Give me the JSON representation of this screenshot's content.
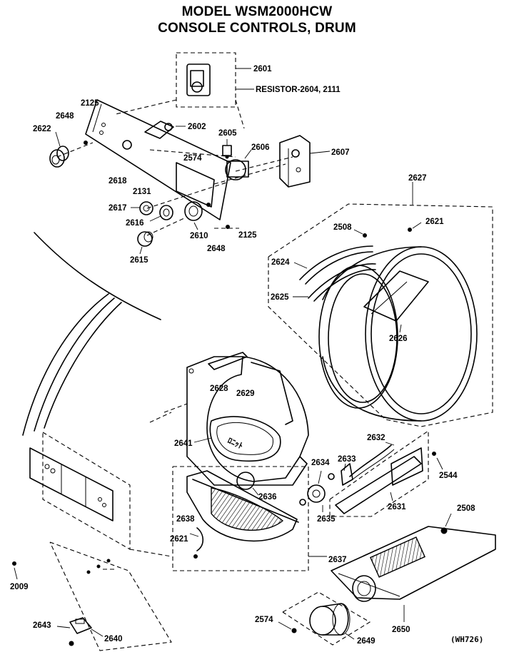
{
  "header": {
    "title_line1": "MODEL WSM2000HCW",
    "title_line2": "CONSOLE CONTROLS, DRUM"
  },
  "labels": {
    "p2601": "2601",
    "resistor_note": "RESISTOR-2604, 2111",
    "p2125a": "2125",
    "p2648a": "2648",
    "p2622": "2622",
    "p2602": "2602",
    "p2605": "2605",
    "p2606": "2606",
    "p2607": "2607",
    "p2574a": "2574",
    "p2618": "2618",
    "p2131": "2131",
    "p2617": "2617",
    "p2616": "2616",
    "p2610": "2610",
    "p2648b": "2648",
    "p2125b": "2125",
    "p2615": "2615",
    "p2627": "2627",
    "p2508a": "2508",
    "p2621a": "2621",
    "p2624": "2624",
    "p2625": "2625",
    "p2626": "2626",
    "p2628": "2628",
    "p2629": "2629",
    "p2641": "2641",
    "p2632": "2632",
    "p2634": "2634",
    "p2633": "2633",
    "p2544": "2544",
    "p2636": "2636",
    "p2631": "2631",
    "p2635": "2635",
    "p2508b": "2508",
    "p2638": "2638",
    "p2621b": "2621",
    "p2637": "2637",
    "p2009": "2009",
    "p2643": "2643",
    "p2640": "2640",
    "p2574b": "2574",
    "p2649": "2649",
    "p2650": "2650",
    "code": "(WH726)"
  }
}
